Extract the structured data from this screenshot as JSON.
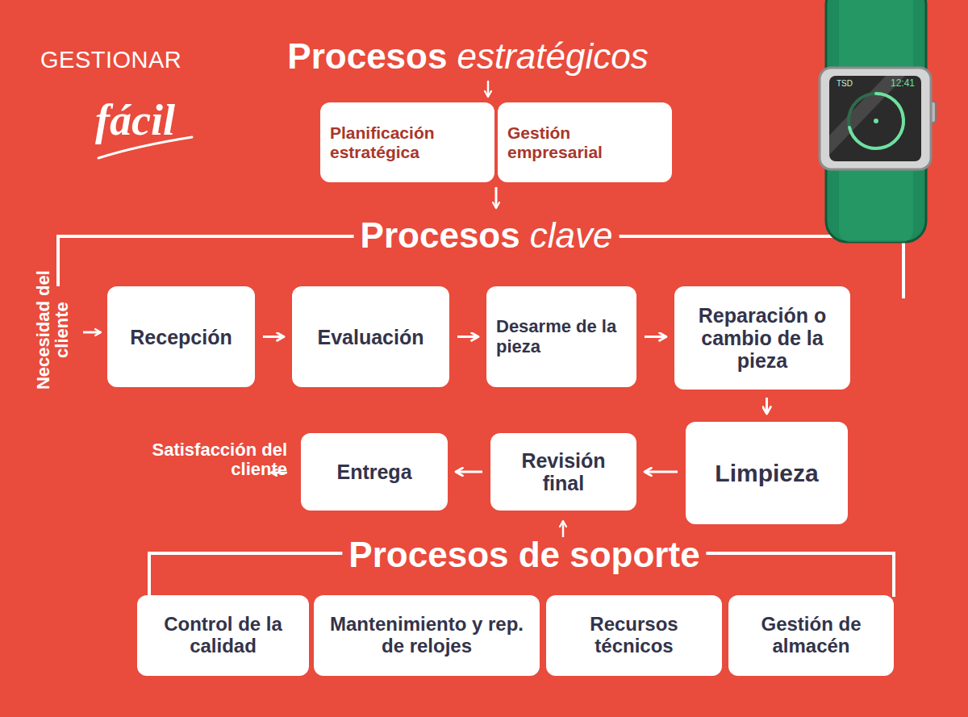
{
  "diagram": {
    "nodes": [
      {
        "text": [
          "Planificación estratégica"
        ]
      },
      {
        "text": [
          "Gestión empresarial"
        ]
      },
      {
        "text": [
          "Recepción"
        ]
      },
      {
        "text": [
          "Evaluación"
        ]
      },
      {
        "text": [
          "Desarme de la pieza"
        ]
      },
      {
        "text": [
          "Reparación o cambio de la pieza"
        ]
      },
      {
        "text": [
          "Limpieza"
        ]
      },
      {
        "text": [
          "Revisión final"
        ]
      },
      {
        "text": [
          "Entrega"
        ]
      },
      {
        "text": [
          "Control de la calidad"
        ]
      },
      {
        "text": [
          "Mantenimiento y rep. de relojes"
        ]
      },
      {
        "text": [
          "Recursos técnicos"
        ]
      },
      {
        "text": [
          "Gestión de almacén"
        ]
      }
    ],
    "edges": [
      {
        "from": 2,
        "to": 3,
        "arrow": "to"
      },
      {
        "from": 3,
        "to": 4,
        "arrow": "to"
      },
      {
        "from": 4,
        "to": 5,
        "arrow": "to"
      },
      {
        "from": 5,
        "to": 6,
        "arrow": "to"
      },
      {
        "from": 6,
        "to": 7,
        "arrow": "to"
      },
      {
        "from": 7,
        "to": 8,
        "arrow": "to"
      }
    ],
    "labels": [
      "GESTIONAR",
      "fácil",
      "TSD",
      "12:41",
      "Procesos",
      "estratégicos",
      "Procesos",
      "clave",
      "Necesidad del cliente",
      "Satisfacción del cliente",
      "Procesos de soporte"
    ]
  }
}
